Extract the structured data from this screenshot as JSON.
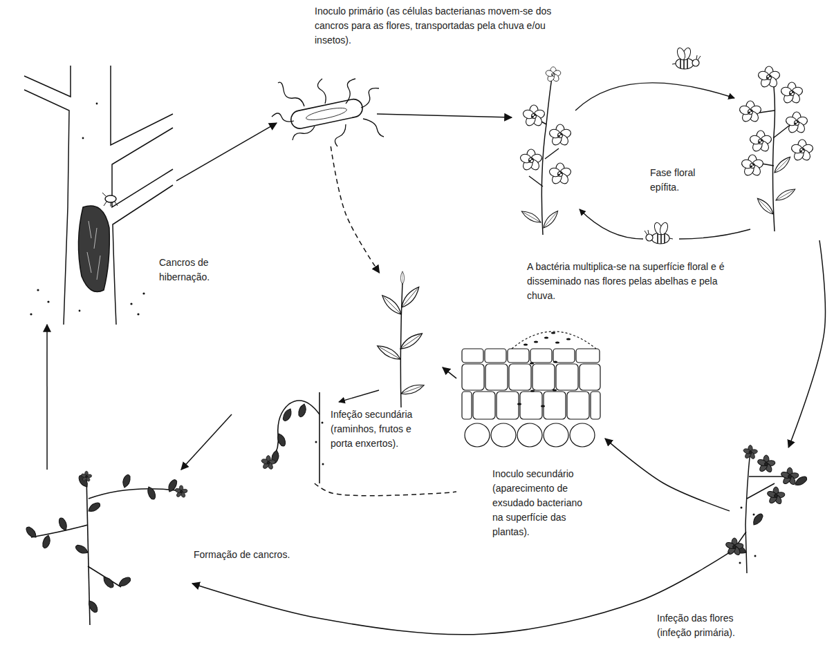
{
  "diagram": {
    "nodes": [
      {
        "text": [
          "Cancros de hibernação."
        ]
      },
      {
        "text": [
          "Inoculo primário (as células bacterianas movem-se dos cancros para as flores, transportadas pela chuva e/ou insetos)."
        ]
      },
      {
        "text": [
          "Fase floral epífita.",
          "A bactéria multiplica-se na superfície floral e é disseminado nas flores pelas abelhas e pela chuva."
        ]
      },
      {
        "text": [
          "Infeção das flores (infeção primária)."
        ]
      },
      {
        "text": [
          "Inoculo secundário (aparecimento de exsudado bacteriano na superfície das plantas)."
        ]
      },
      {
        "text": [
          "Infeção secundária (raminhos, frutos e porta enxertos)."
        ]
      },
      {
        "text": [
          "Formação de cancros."
        ]
      }
    ],
    "edges": [
      {
        "from": 0,
        "to": 1,
        "arrow": "to"
      },
      {
        "from": 1,
        "to": 2,
        "arrow": "to"
      },
      {
        "from": 1,
        "to": 5,
        "arrow": "to"
      },
      {
        "from": 2,
        "to": 3,
        "arrow": "to"
      },
      {
        "from": 3,
        "to": 4,
        "arrow": "to"
      },
      {
        "from": 3,
        "to": 6,
        "arrow": "to"
      },
      {
        "from": 4,
        "to": 5,
        "arrow": "to"
      },
      {
        "from": 5,
        "to": 4,
        "arrow": "none"
      },
      {
        "from": 5,
        "to": 6,
        "arrow": "to"
      },
      {
        "from": 6,
        "to": 0,
        "arrow": "to"
      }
    ]
  }
}
